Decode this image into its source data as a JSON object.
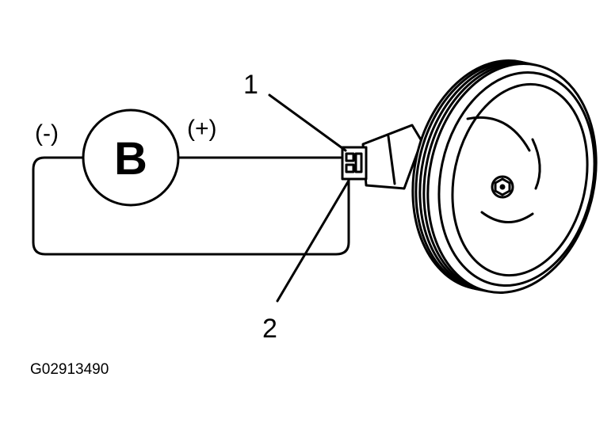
{
  "diagram": {
    "battery_label": "B",
    "negative_label": "(-)",
    "positive_label": "(+)",
    "callout_1": "1",
    "callout_2": "2",
    "figure_code": "G02913490"
  },
  "colors": {
    "ink": "#000000",
    "background": "#ffffff"
  },
  "icons": [
    "battery-icon",
    "horn-icon",
    "horn-connector-icon"
  ]
}
